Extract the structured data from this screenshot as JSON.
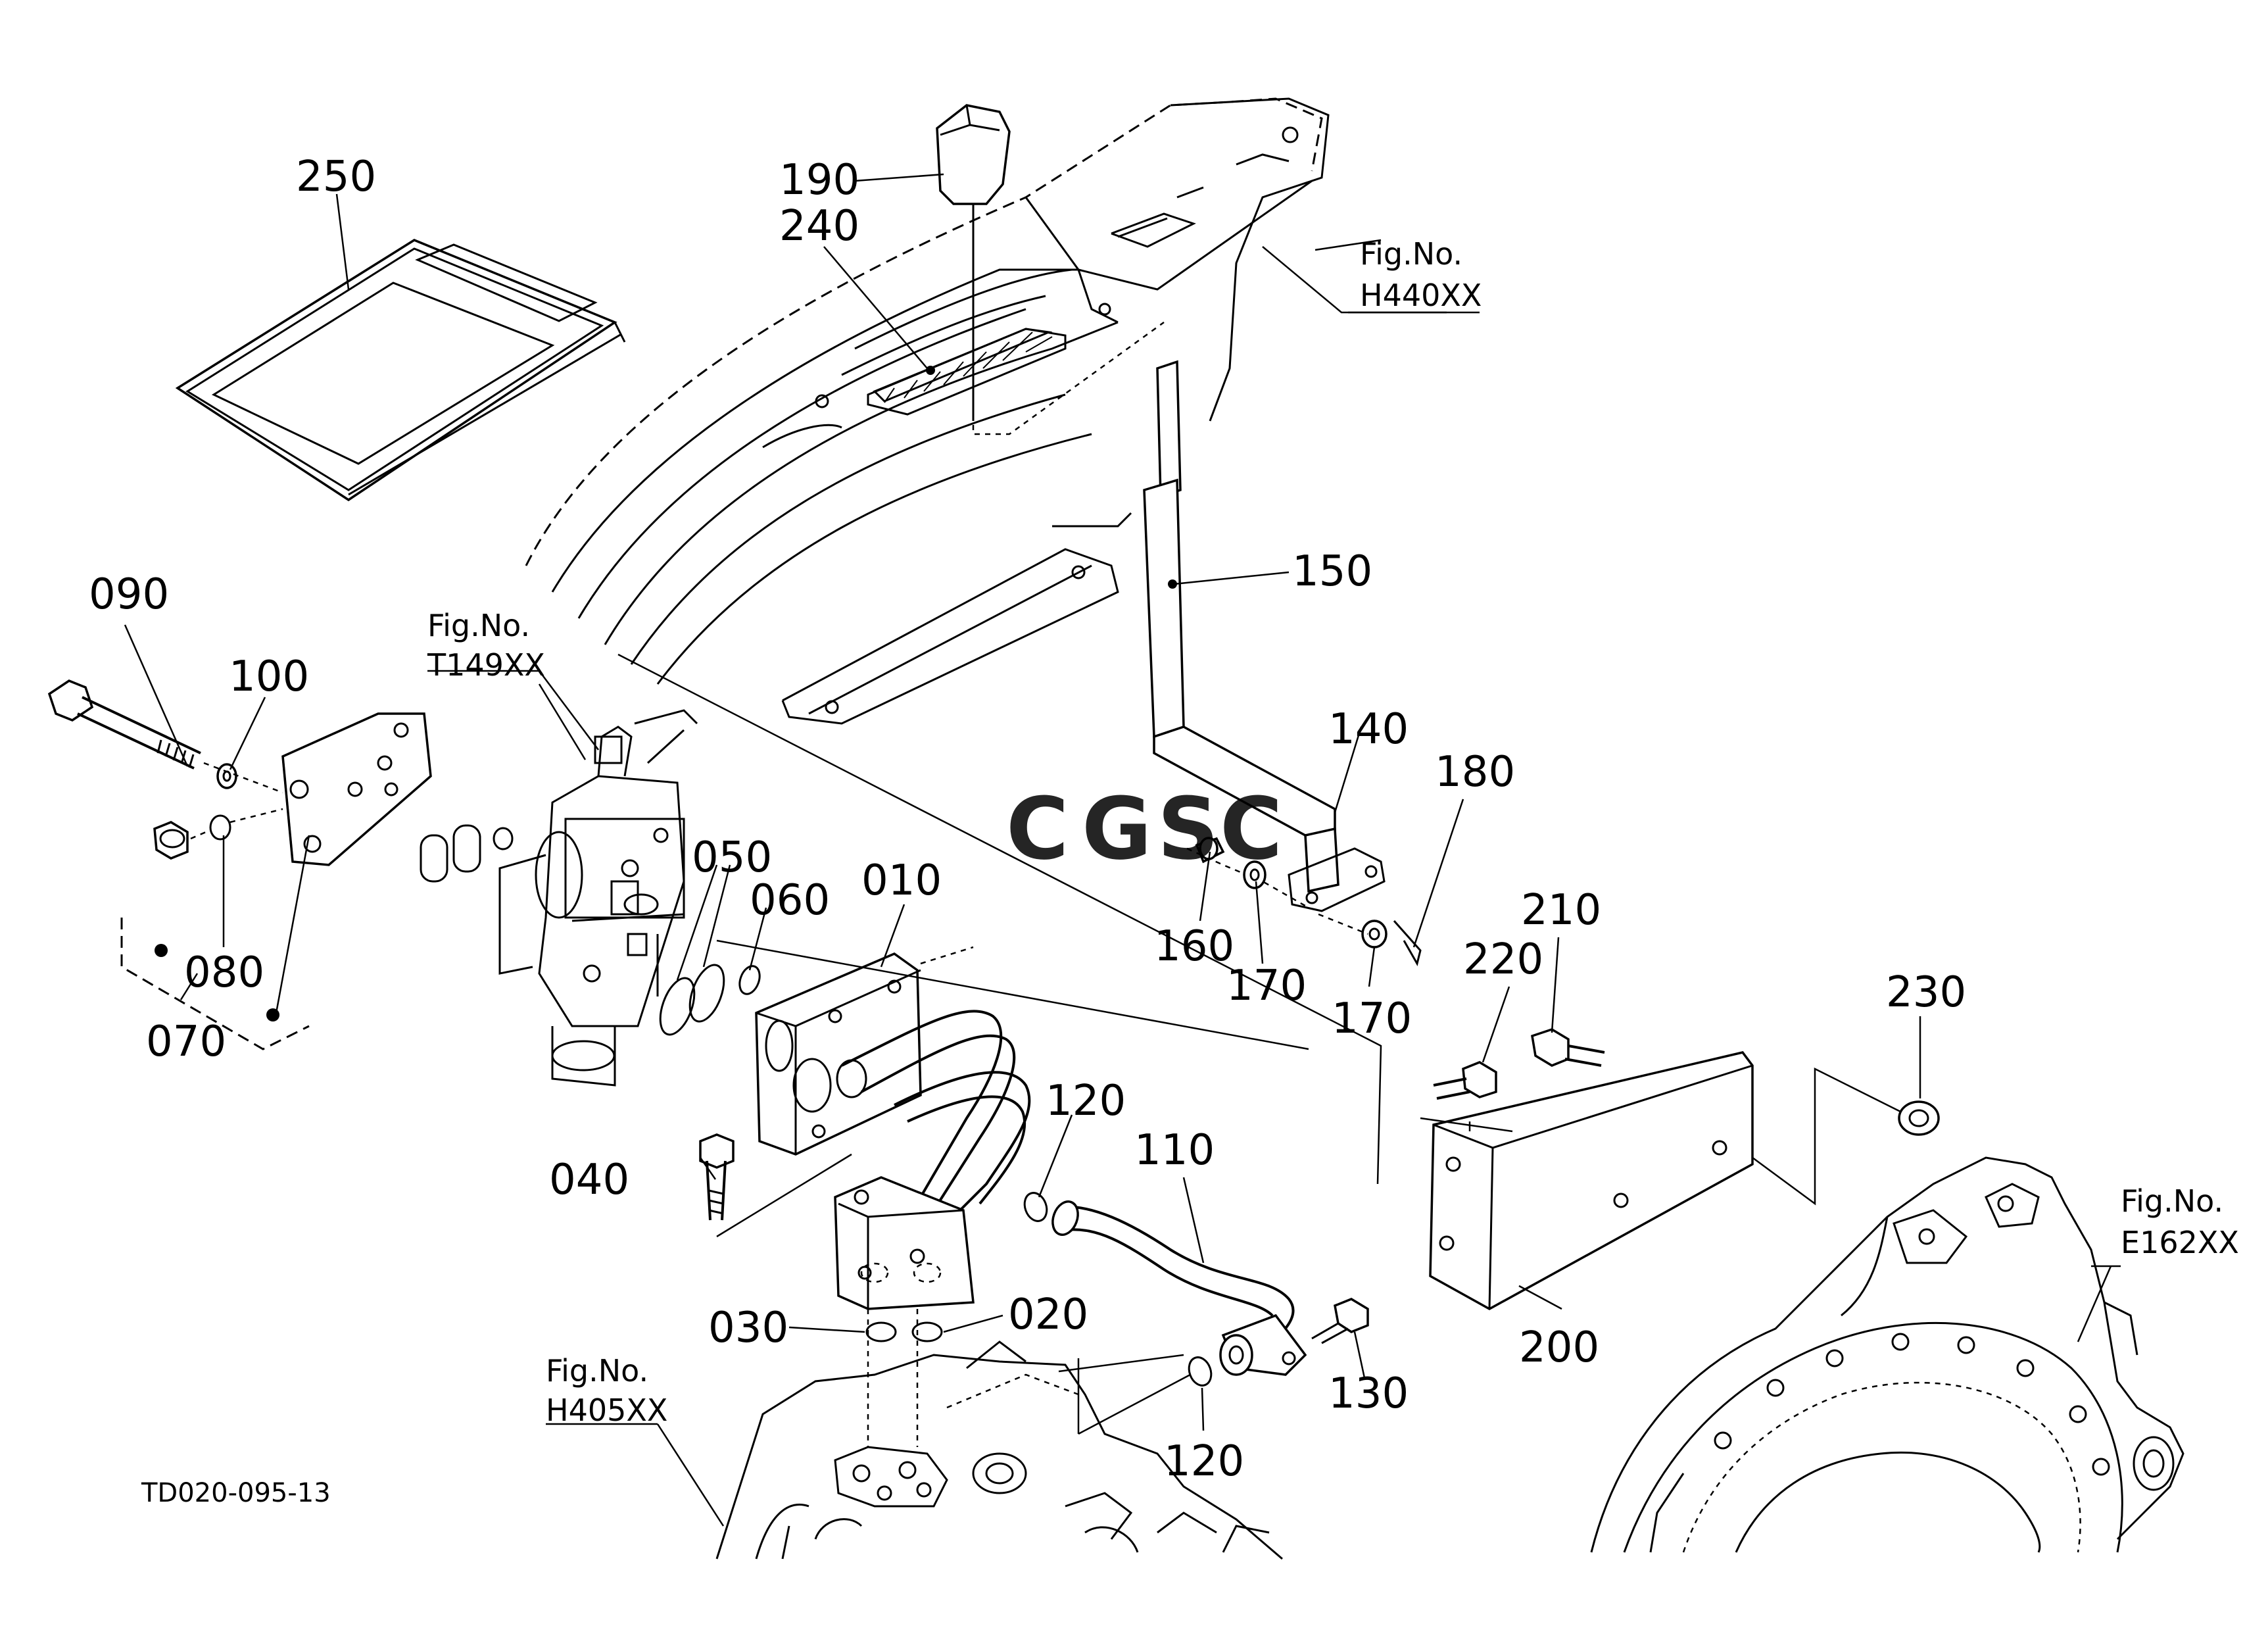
{
  "part_labels": {
    "p250": "250",
    "p190": "190",
    "p240": "240",
    "p150": "150",
    "p090": "090",
    "p100": "100",
    "p080": "080",
    "p070": "070",
    "p050": "050",
    "p060": "060",
    "p010": "010",
    "p140": "140",
    "p180": "180",
    "p160": "160",
    "p170a": "170",
    "p170b": "170",
    "p210": "210",
    "p220": "220",
    "p230": "230",
    "p120a": "120",
    "p110": "110",
    "p040": "040",
    "p030": "030",
    "p020": "020",
    "p120b": "120",
    "p130": "130",
    "p200": "200"
  },
  "fig_refs": {
    "h440": {
      "line1": "Fig.No.",
      "line2": "H440XX"
    },
    "t149": {
      "line1": "Fig.No.",
      "line2": "T149XX"
    },
    "h405": {
      "line1": "Fig.No.",
      "line2": "H405XX"
    },
    "e162": {
      "line1": "Fig.No.",
      "line2": "E162XX"
    }
  },
  "diagram_code": "TD020-095-13",
  "watermark": {
    "letters": [
      "C",
      "G",
      "S",
      "C"
    ],
    "colors": [
      "#4a86e8",
      "#ea7b72",
      "#f1c232",
      "#7bc67b"
    ]
  }
}
